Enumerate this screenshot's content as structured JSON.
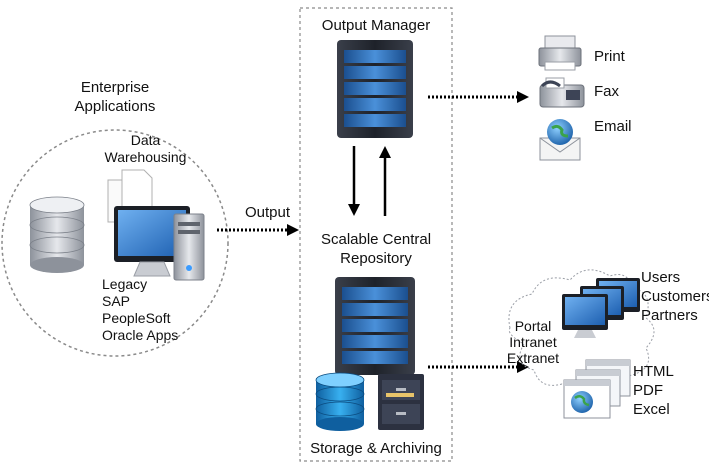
{
  "enterprise": {
    "title_line1": "Enterprise",
    "title_line2": "Applications",
    "data_line1": "Data",
    "data_line2": "Warehousing",
    "apps": [
      "Legacy",
      "SAP",
      "PeopleSoft",
      "Oracle Apps"
    ]
  },
  "flow": {
    "output_label": "Output"
  },
  "center": {
    "output_manager": "Output Manager",
    "repository_line1": "Scalable Central",
    "repository_line2": "Repository",
    "storage": "Storage & Archiving"
  },
  "channels": {
    "print": "Print",
    "fax": "Fax",
    "email": "Email"
  },
  "portal": {
    "lines": [
      "Portal",
      "Intranet",
      "Extranet"
    ],
    "audiences": [
      "Users",
      "Customers",
      "Partners"
    ],
    "formats": [
      "HTML",
      "PDF",
      "Excel"
    ]
  },
  "colors": {
    "server_blue": "#2f6fb5",
    "server_dark": "#2a2f3a",
    "screen_blue": "#3b7fd0",
    "db_silver": "#b8bcc4",
    "db_blue": "#1f8fd6"
  }
}
